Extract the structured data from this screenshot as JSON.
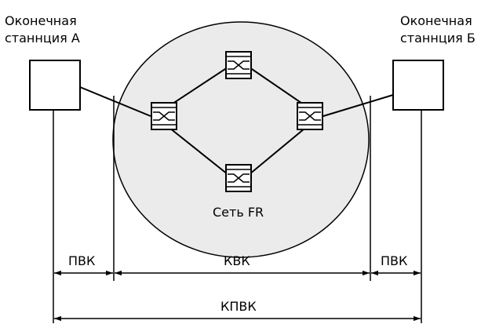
{
  "station_a": {
    "line1": "Оконечная",
    "line2": "станнция А"
  },
  "station_b": {
    "line1": "Оконечная",
    "line2": "станнция Б"
  },
  "network_label": "Сеть FR",
  "dimensions": {
    "pvk_left": "ПВК",
    "kvk": "КВК",
    "pvk_right": "ПВК",
    "kpvk": "КПВК"
  }
}
